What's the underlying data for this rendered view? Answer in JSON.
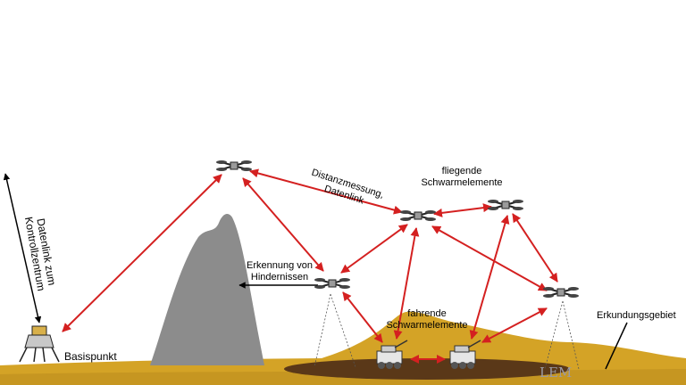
{
  "labels": {
    "datalink_control": "Datenlink zum Kontrollzentrum",
    "base_point": "Basispunkt",
    "distance_measurement": "Distanzmessung, Datenlink",
    "flying_swarm": "fliegende Schwarmelemente",
    "obstacle_detection": "Erkennung von Hindernissen",
    "driving_swarm": "fahrende Schwarmelemente",
    "exploration_area": "Erkundungsgebiet",
    "lem": "LEM"
  },
  "colors": {
    "link_arrow": "#d42020",
    "sensor_line": "#555555",
    "ground": "#d4a326",
    "ground_dark": "#b88a1c",
    "mountain": "#8c8c8c",
    "crater": "#5a3818"
  },
  "icons": [
    "drone-icon",
    "rover-icon",
    "lunar-lander-icon"
  ]
}
